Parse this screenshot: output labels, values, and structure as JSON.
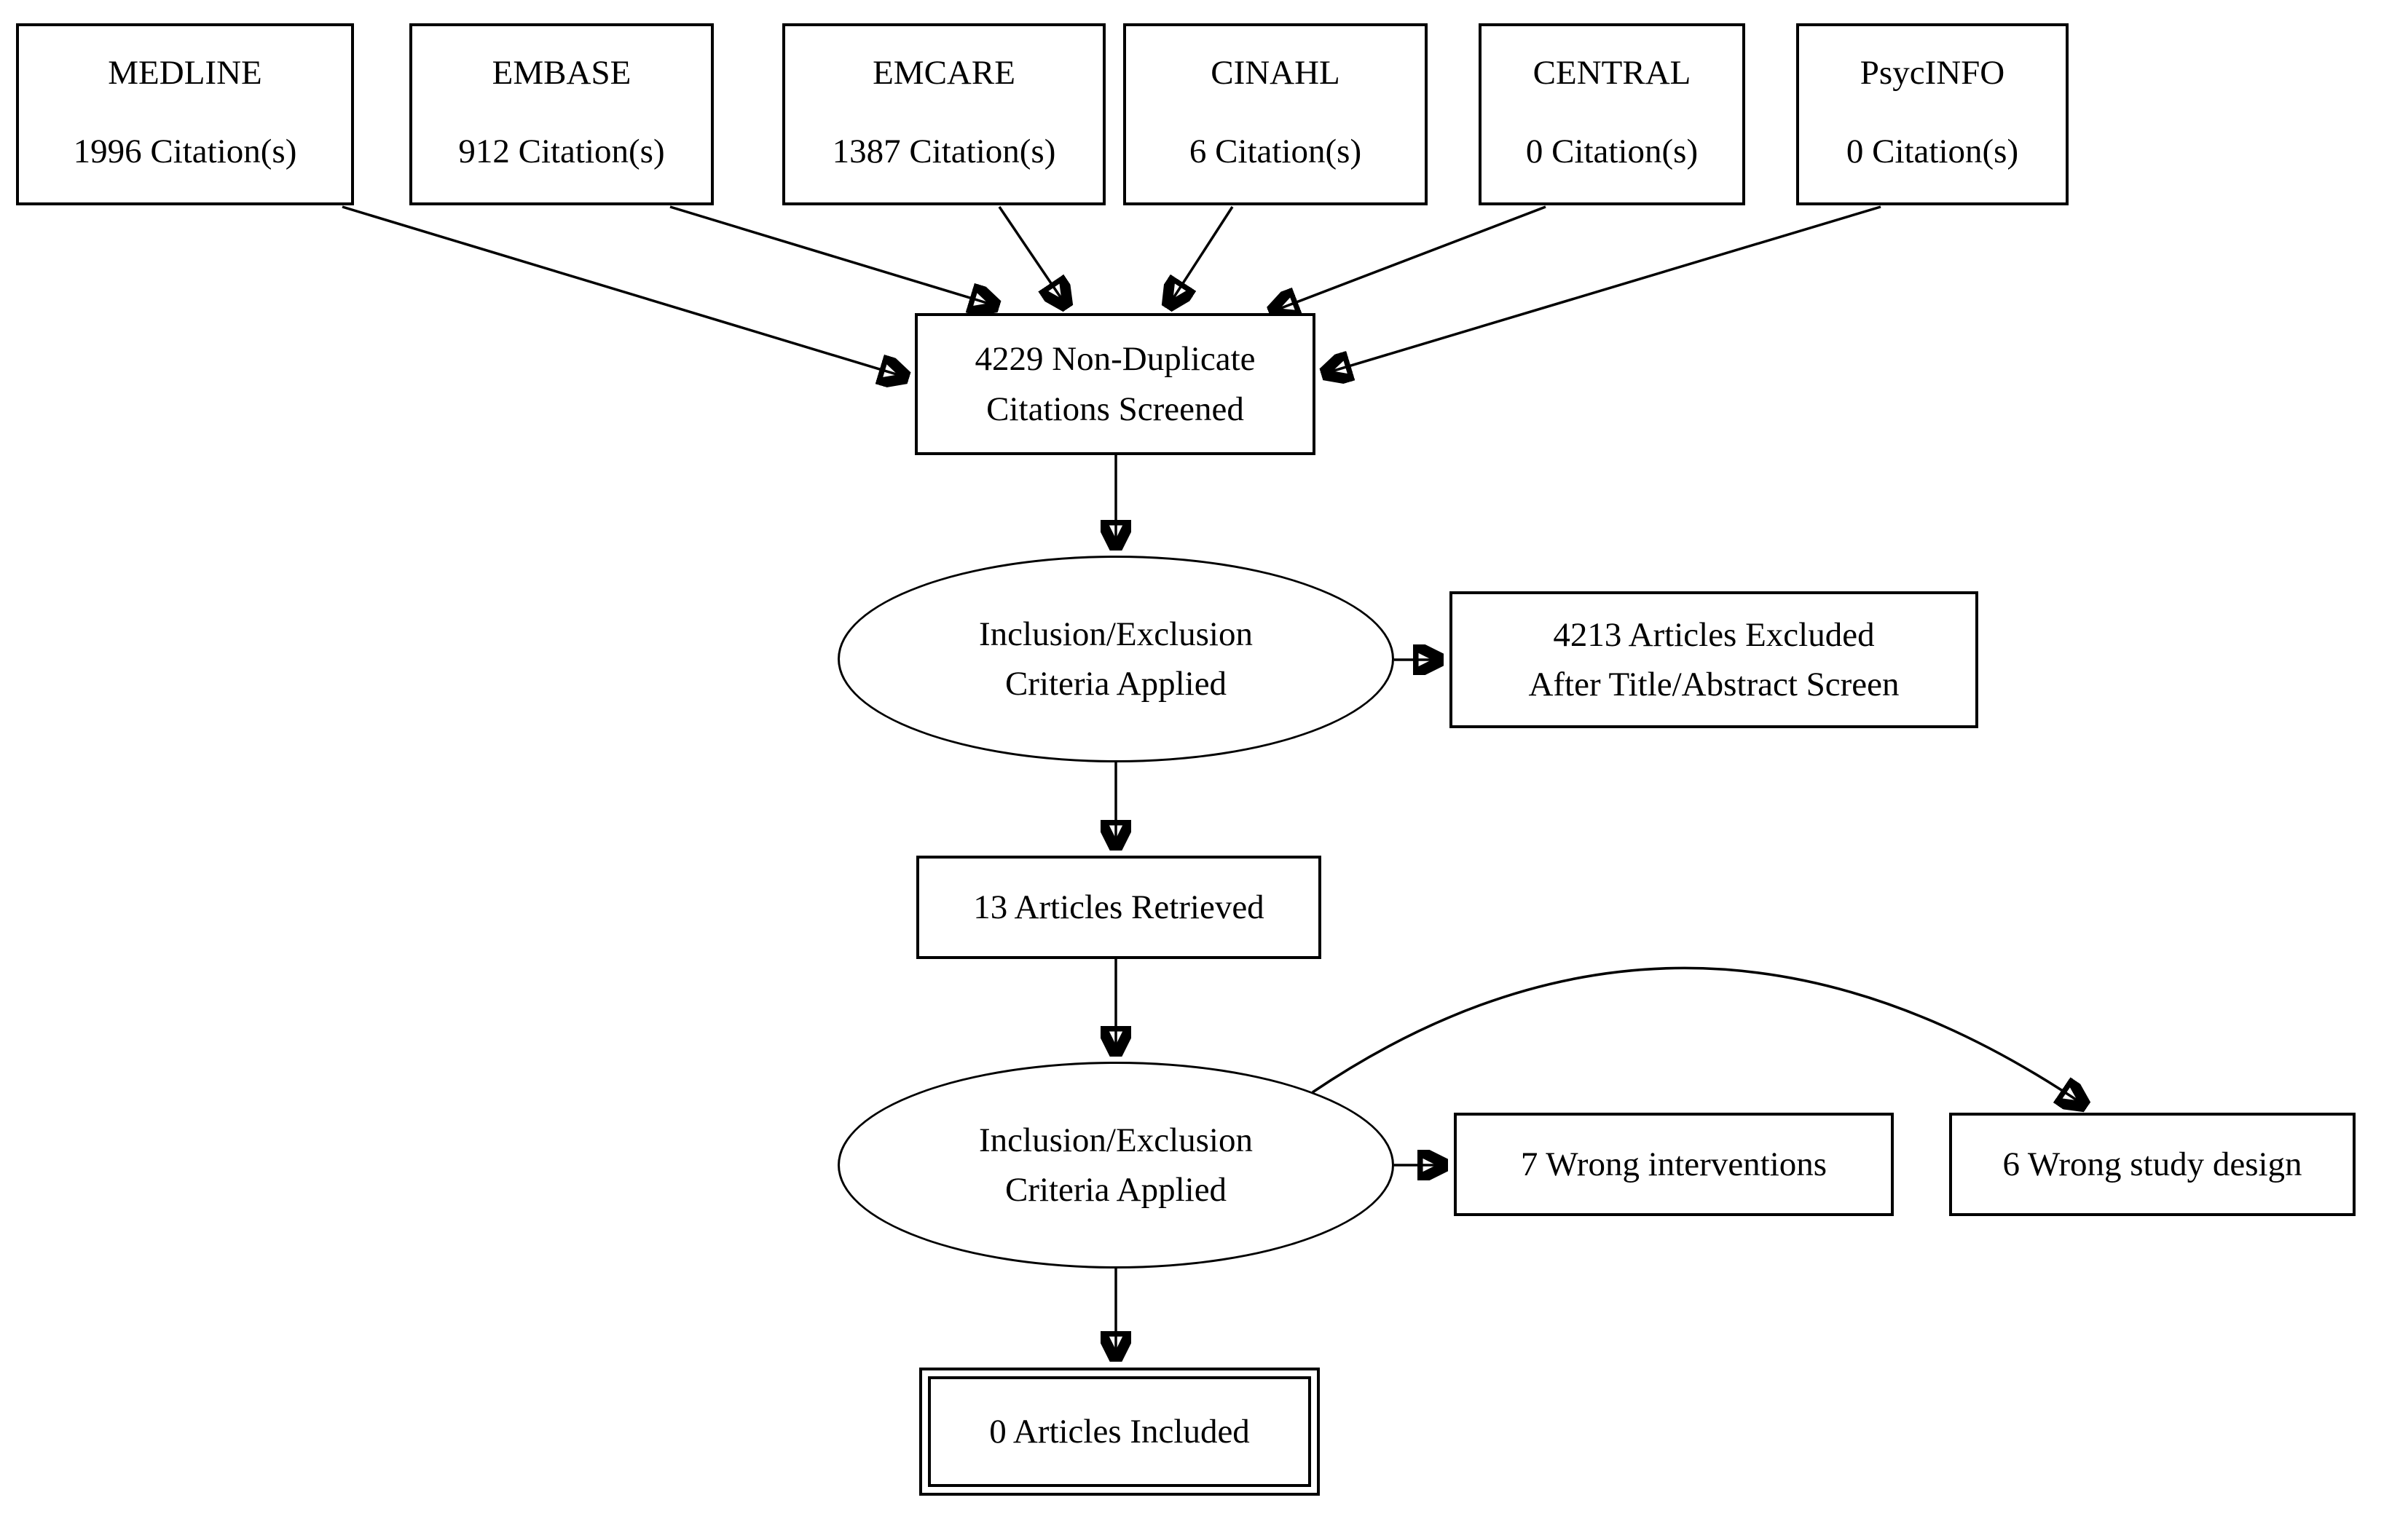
{
  "colors": {
    "stroke": "#000000",
    "node_fill": "#ffffff",
    "background": "#ffffff"
  },
  "sources": [
    {
      "name": "MEDLINE",
      "count": "1996 Citation(s)"
    },
    {
      "name": "EMBASE",
      "count": "912 Citation(s)"
    },
    {
      "name": "EMCARE",
      "count": "1387 Citation(s)"
    },
    {
      "name": "CINAHL",
      "count": "6 Citation(s)"
    },
    {
      "name": "CENTRAL",
      "count": "0 Citation(s)"
    },
    {
      "name": "PsycINFO",
      "count": "0 Citation(s)"
    }
  ],
  "screened": {
    "line1": "4229 Non-Duplicate",
    "line2": "Citations Screened"
  },
  "criteria1": {
    "line1": "Inclusion/Exclusion",
    "line2": "Criteria Applied"
  },
  "excluded_title_abstract": {
    "line1": "4213 Articles Excluded",
    "line2": "After Title/Abstract Screen"
  },
  "retrieved": {
    "label": "13 Articles Retrieved"
  },
  "criteria2": {
    "line1": "Inclusion/Exclusion",
    "line2": "Criteria Applied"
  },
  "wrong_interventions": {
    "label": "7 Wrong interventions"
  },
  "wrong_study_design": {
    "label": "6 Wrong study design"
  },
  "included": {
    "label": "0 Articles Included"
  }
}
